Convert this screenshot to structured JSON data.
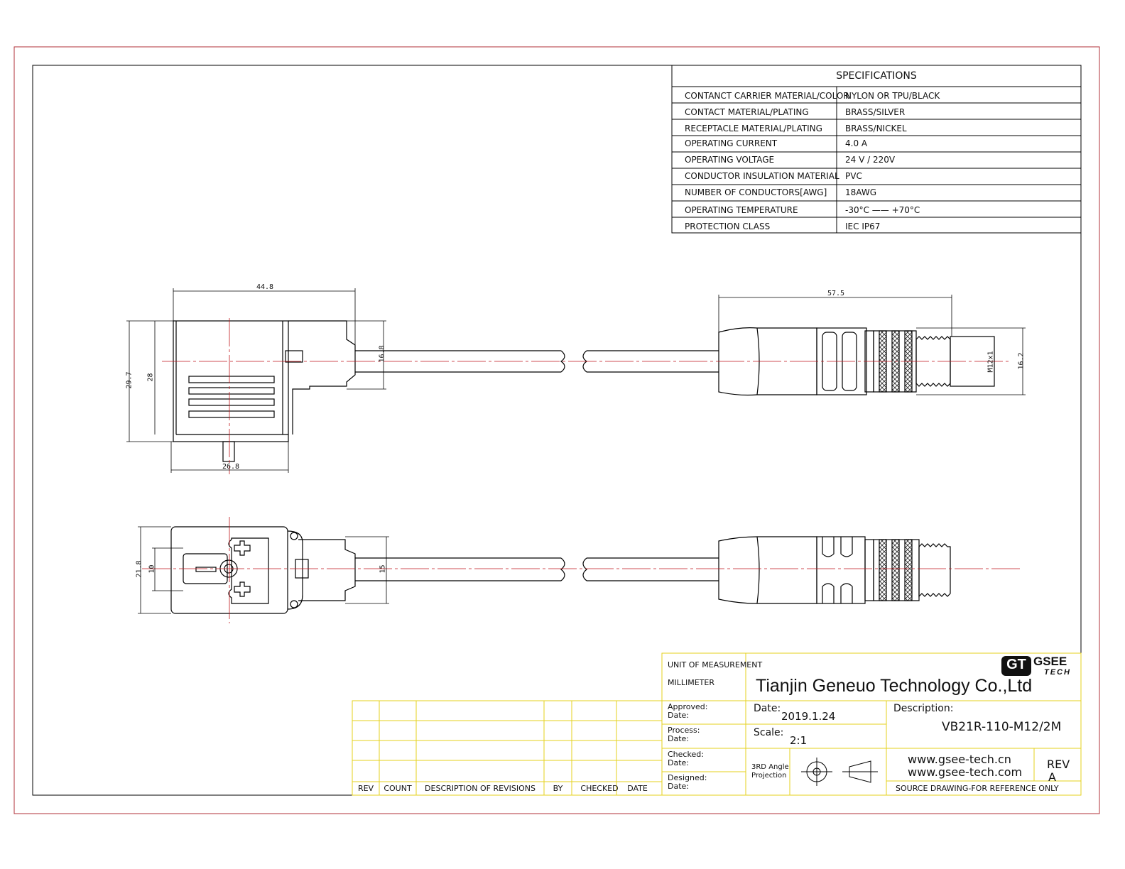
{
  "specifications": {
    "title": "SPECIFICATIONS",
    "rows": [
      {
        "label": "CONTANCT CARRIER MATERIAL/COLOR",
        "value": "NYLON OR TPU/BLACK"
      },
      {
        "label": "CONTACT MATERIAL/PLATING",
        "value": "BRASS/SILVER"
      },
      {
        "label": "RECEPTACLE MATERIAL/PLATING",
        "value": "BRASS/NICKEL"
      },
      {
        "label": "OPERATING CURRENT",
        "value": "4.0 A"
      },
      {
        "label": "OPERATING VOLTAGE",
        "value": "24 V / 220V"
      },
      {
        "label": "CONDUCTOR INSULATION MATERIAL",
        "value": "PVC"
      },
      {
        "label": "NUMBER  OF  CONDUCTORS[AWG]",
        "value": "18AWG"
      },
      {
        "label": "OPERATING TEMPERATURE",
        "value": "-30°C —— +70°C"
      },
      {
        "label": "PROTECTION CLASS",
        "value": "IEC  IP67"
      }
    ]
  },
  "dimensions": {
    "width_top": "44.8",
    "height_outer": "29.7",
    "height_inner": "28",
    "cable_dia": "16.8",
    "bottom_width": "26.8",
    "connector_length": "57.5",
    "thread": "M12x1",
    "connector_dia": "16.2",
    "front_height": "21.8",
    "front_inner": "10",
    "front_cable": "15"
  },
  "revisions": {
    "headers": [
      "REV",
      "COUNT",
      "DESCRIPTION  OF  REVISIONS",
      "BY",
      "CHECKED",
      "DATE"
    ]
  },
  "title_block": {
    "unit_label": "UNIT OF MEASUREMENT",
    "unit_value": "MILLIMETER",
    "company": "Tianjin Geneuo Technology Co.,Ltd",
    "logo_mark": "GT",
    "logo_word": "GSEE",
    "logo_sub": "TECH",
    "approved": "Approved:",
    "process": "Process:",
    "checked": "Checked:",
    "designed": "Designed:",
    "date_small": "Date:",
    "date_label": "Date:",
    "date_value": "2019.1.24",
    "scale_label": "Scale:",
    "scale_value": "2:1",
    "projection_line1": "3RD Angle",
    "projection_line2": "Projection",
    "description_label": "Description:",
    "description_value": "VB21R-110-M12/2M",
    "website1": "www.gsee-tech.cn",
    "website2": "www.gsee-tech.com",
    "rev_label": "REV",
    "rev_value": "A",
    "source_note": "SOURCE DRAWING-FOR REFERENCE ONLY"
  }
}
